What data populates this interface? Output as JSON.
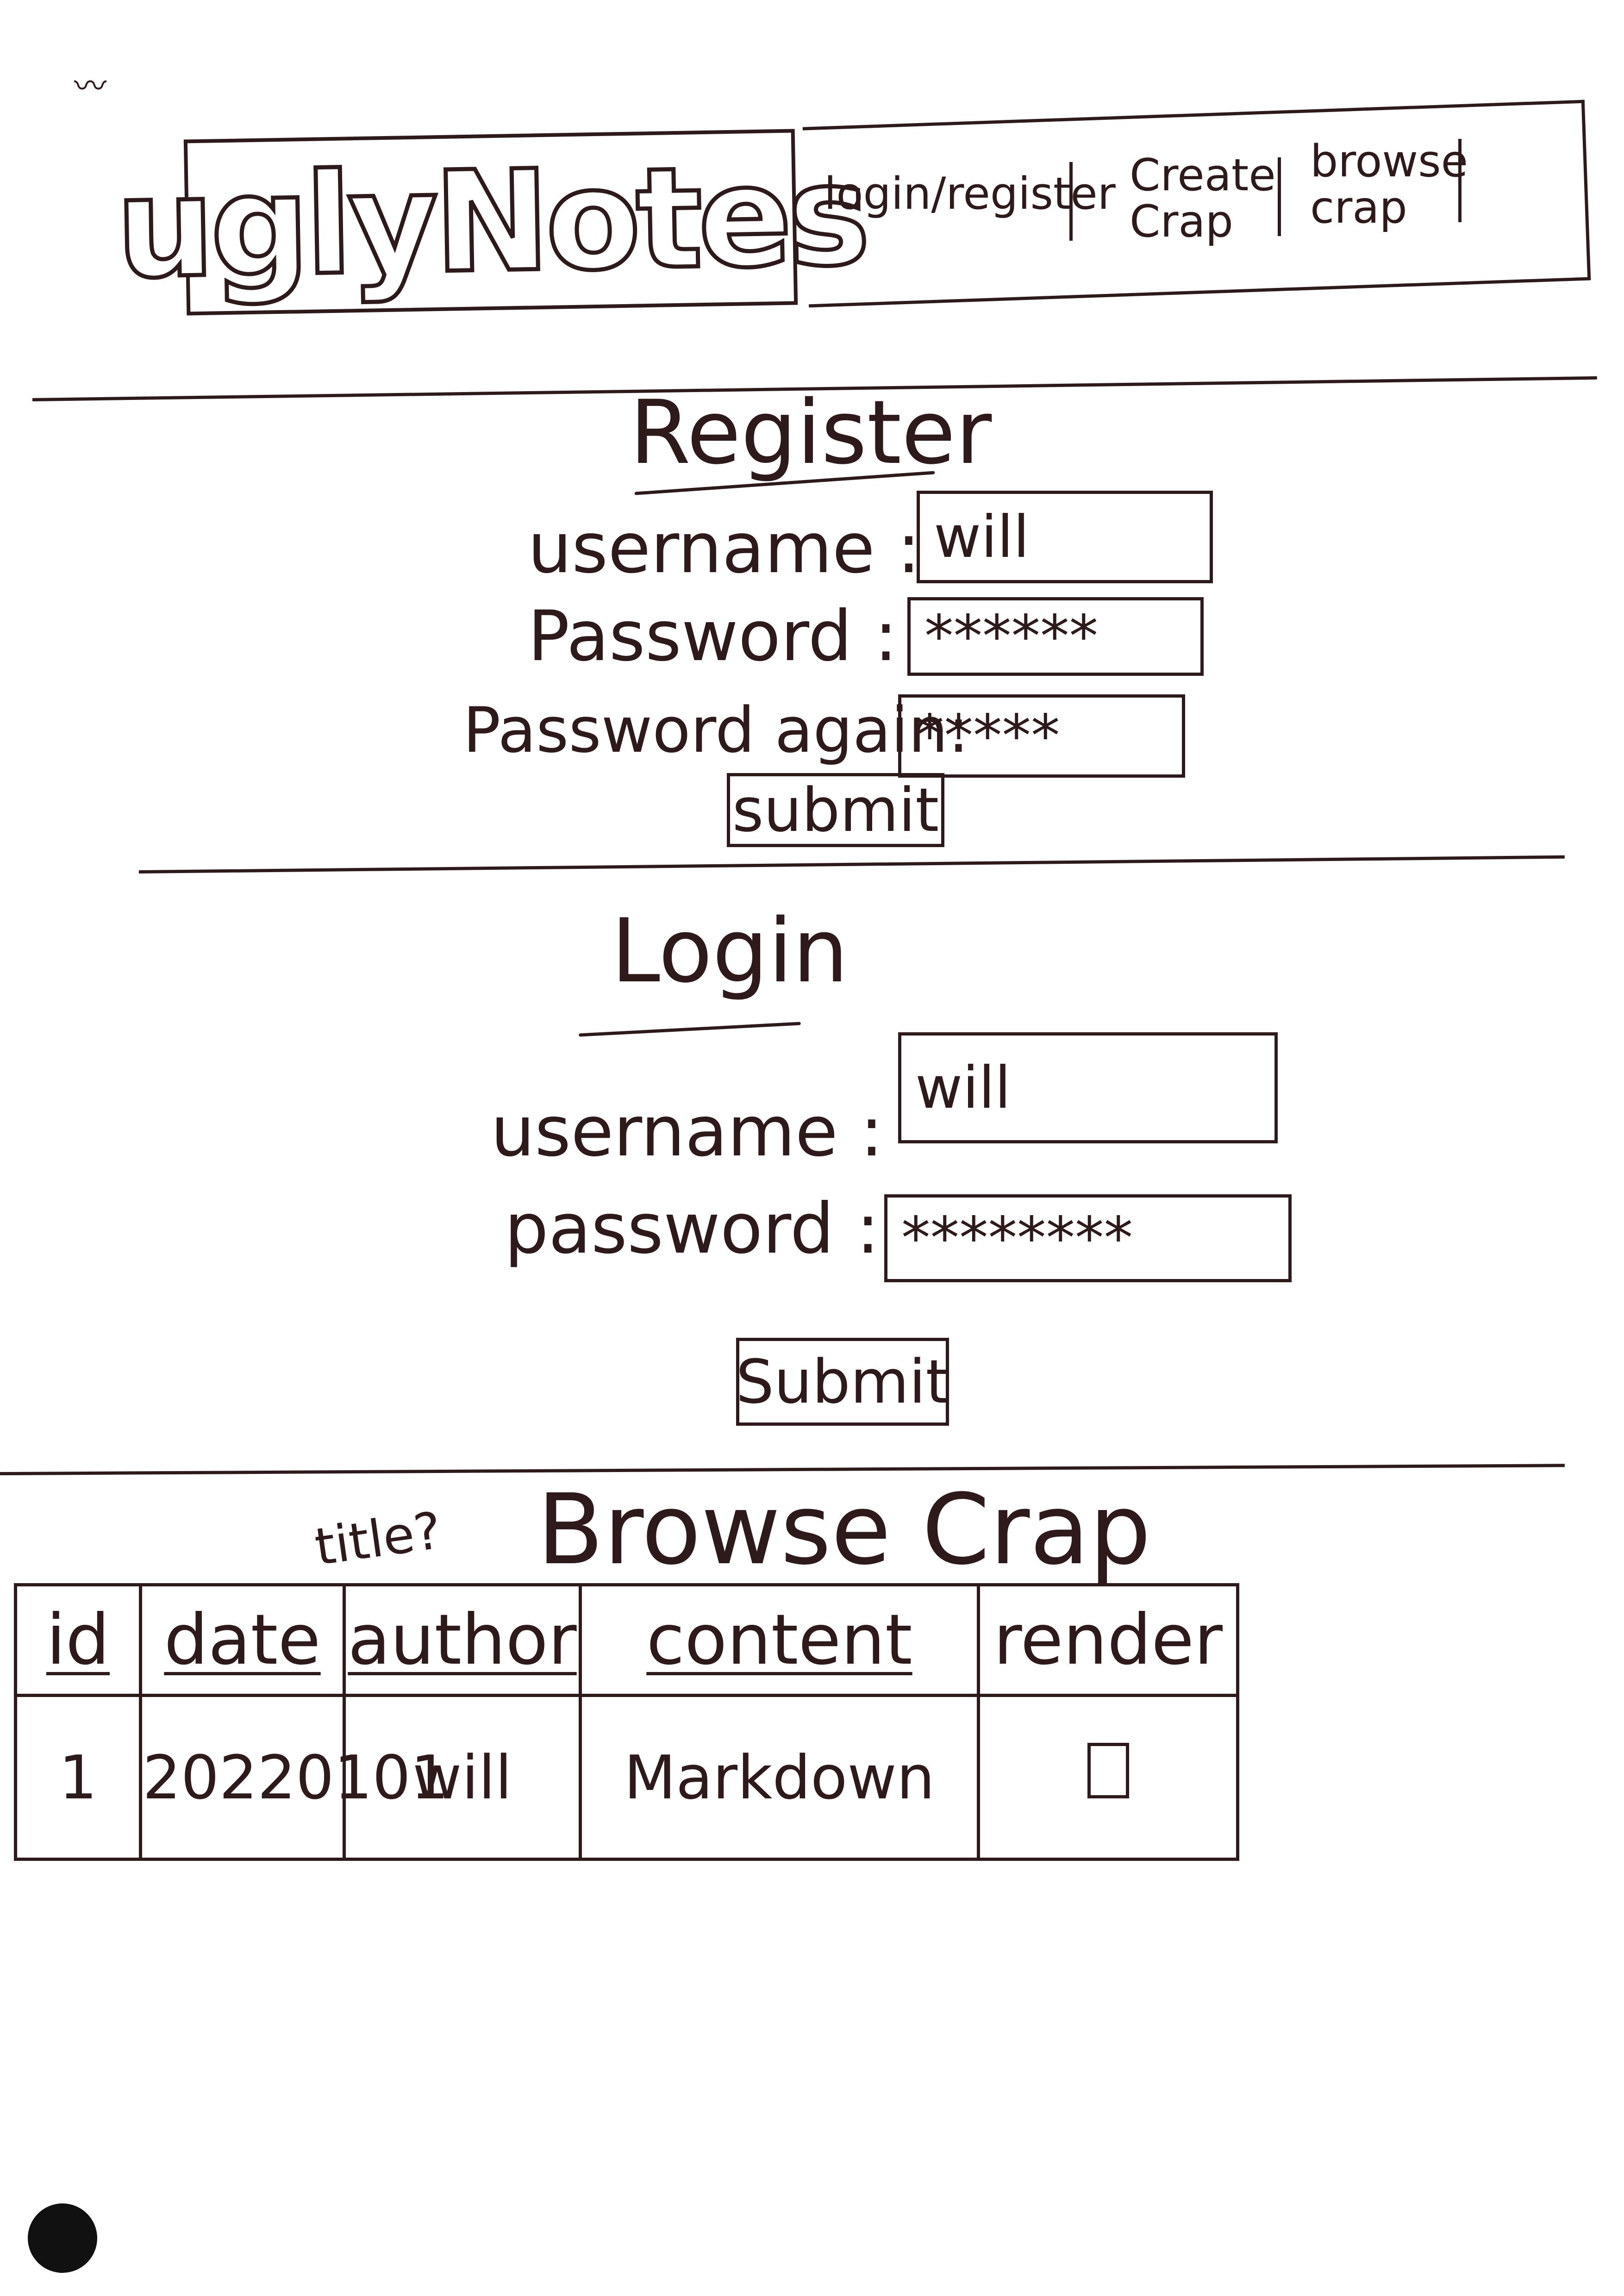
{
  "header": {
    "logo": "uglyNotes",
    "nav": [
      {
        "label": "login/register"
      },
      {
        "label": "Create Crap"
      },
      {
        "label": "browse crap"
      }
    ]
  },
  "register": {
    "title": "Register",
    "fields": [
      {
        "label": "username :",
        "value": "will"
      },
      {
        "label": "Password :",
        "value": "******"
      },
      {
        "label": "Password again:",
        "value": "*****"
      }
    ],
    "submit_label": "submit"
  },
  "login": {
    "title": "Login",
    "fields": [
      {
        "label": "username :",
        "value": "will"
      },
      {
        "label": "password :",
        "value": "********"
      }
    ],
    "submit_label": "Submit"
  },
  "browse": {
    "annotation": "title?",
    "title": "Browse Crap",
    "columns": [
      "id",
      "date",
      "author",
      "content",
      "render"
    ],
    "rows": [
      {
        "id": "1",
        "date": "20220101",
        "author": "will",
        "content": "Markdown"
      }
    ]
  },
  "colors": {
    "ink": "#2e1a1a",
    "paper": "#ffffff"
  }
}
